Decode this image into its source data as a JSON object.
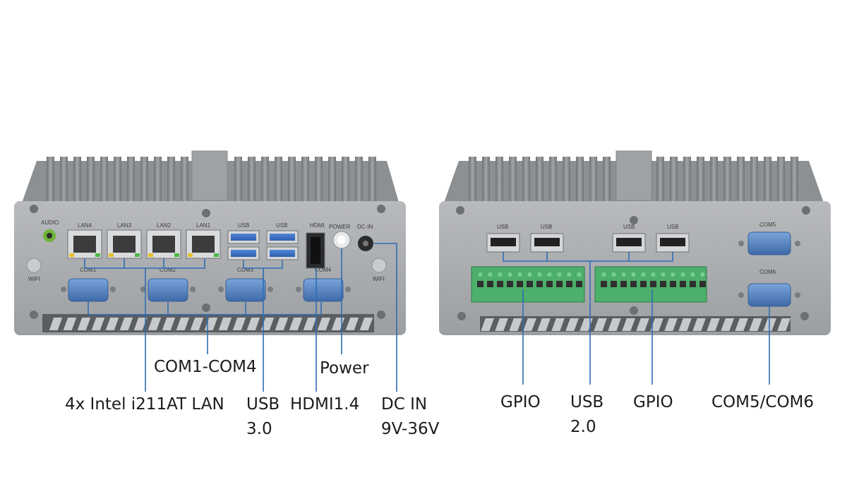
{
  "left_panel": {
    "audio_label": "AUDIO",
    "wifi_left_label": "WIFI",
    "wifi_right_label": "WIFI",
    "lan_labels": [
      "LAN4",
      "LAN3",
      "LAN2",
      "LAN1"
    ],
    "usb_labels": [
      "USB",
      "USB"
    ],
    "hdmi_label": "HDMI",
    "power_label": "POWER",
    "dcin_label": "DC-IN",
    "com_labels": [
      "COM1",
      "COM2",
      "COM3",
      "COM4"
    ]
  },
  "right_panel": {
    "usb_labels": [
      "USB",
      "USB",
      "USB",
      "USB"
    ],
    "com5_label": "COM5",
    "com6_label": "COM6"
  },
  "callouts": {
    "com1_com4": "COM1-COM4",
    "power": "Power",
    "lan": "4x Intel i211AT LAN",
    "usb30_line1": "USB",
    "usb30_line2": "3.0",
    "hdmi": "HDMI1.4",
    "dcin_line1": "DC IN",
    "dcin_line2": "9V-36V",
    "gpio_left": "GPIO",
    "usb20_line1": "USB",
    "usb20_line2": "2.0",
    "gpio_right": "GPIO",
    "com5_com6": "COM5/COM6"
  },
  "colors": {
    "chassis": "#a9abae",
    "fin": "#8e9194",
    "callout_line": "#2f6db5",
    "terminal_block": "#4caf6a",
    "serial_port": "#4f7fbf"
  }
}
